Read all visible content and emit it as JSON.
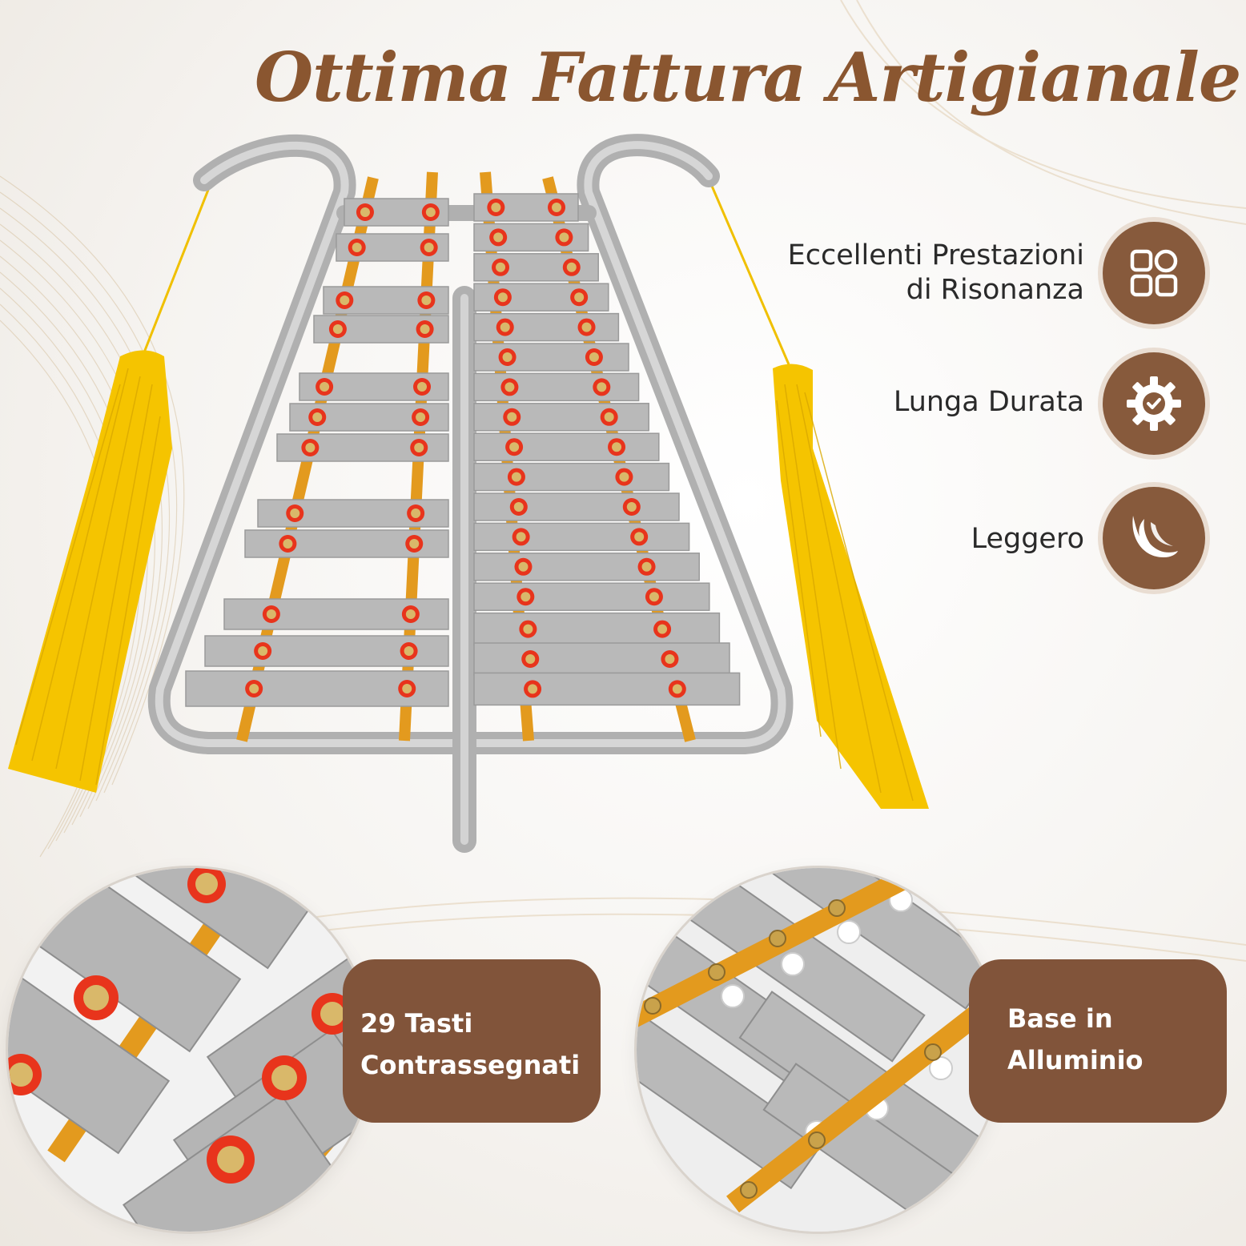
{
  "title": "Ottima Fattura Artigianale",
  "features": [
    {
      "line1": "Eccellenti Prestazioni",
      "line2": "di Risonanza",
      "icon": "grid-icon"
    },
    {
      "line1": "Lunga Durata",
      "icon": "gear-check-icon"
    },
    {
      "line1": "Leggero",
      "icon": "feather-icon"
    }
  ],
  "callouts": [
    {
      "line1": "29 Tasti",
      "line2": "Contrassegnati"
    },
    {
      "line1": "Base in",
      "line2": "Alluminio"
    }
  ],
  "colors": {
    "brand_brown": "#875a3c",
    "title_brown": "#8a5630",
    "bar_silver": "#b9b9b9",
    "rail_orange": "#e39a1e",
    "screw_red": "#e8341c",
    "tassel_yellow": "#f5c400"
  }
}
